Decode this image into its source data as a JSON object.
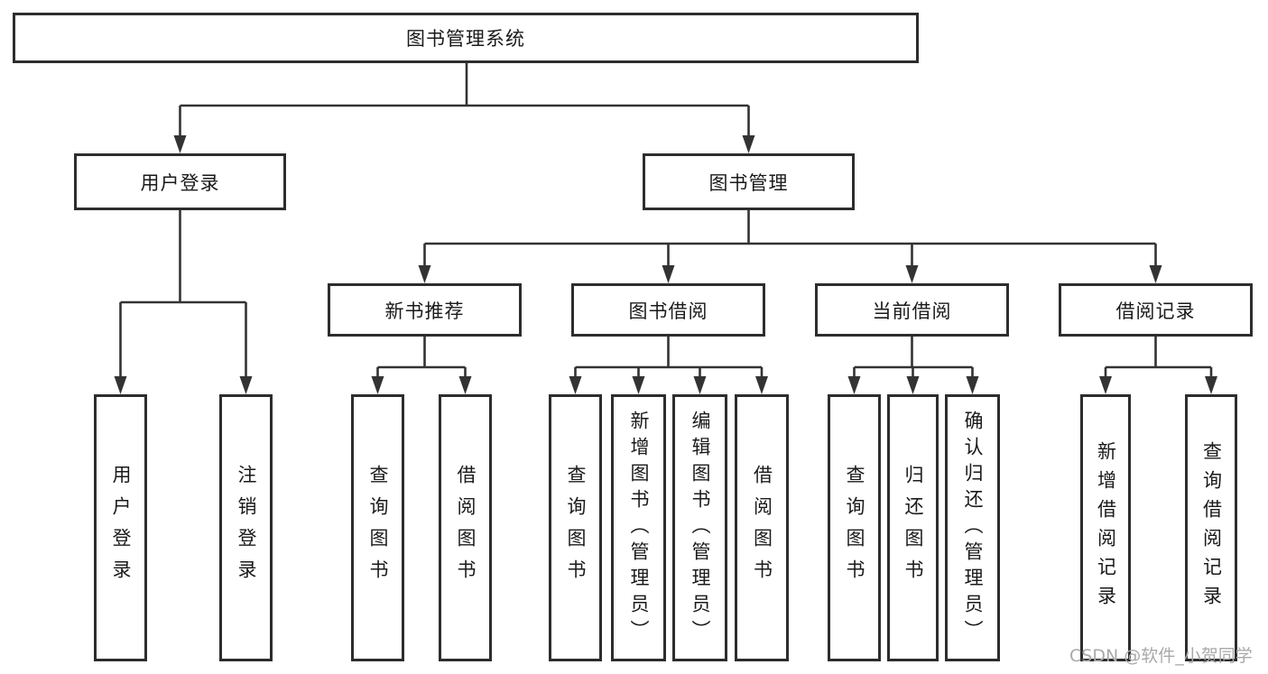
{
  "diagram": {
    "root": {
      "label": "图书管理系统",
      "children": [
        {
          "label": "用户登录",
          "children": [
            {
              "label": "用户登录"
            },
            {
              "label": "注销登录"
            }
          ]
        },
        {
          "label": "图书管理",
          "children": [
            {
              "label": "新书推荐",
              "children": [
                {
                  "label": "查询图书"
                },
                {
                  "label": "借阅图书"
                }
              ]
            },
            {
              "label": "图书借阅",
              "children": [
                {
                  "label": "查询图书"
                },
                {
                  "label": "新增图书（管理员）"
                },
                {
                  "label": "编辑图书（管理员）"
                },
                {
                  "label": "借阅图书"
                }
              ]
            },
            {
              "label": "当前借阅",
              "children": [
                {
                  "label": "查询图书"
                },
                {
                  "label": "归还图书"
                },
                {
                  "label": "确认归还（管理员）"
                }
              ]
            },
            {
              "label": "借阅记录",
              "children": [
                {
                  "label": "新增借阅记录"
                },
                {
                  "label": "查询借阅记录"
                }
              ]
            }
          ]
        }
      ]
    }
  },
  "watermark": {
    "text": "CSDN @软件_小贺同学"
  },
  "colors": {
    "line": "#333333",
    "border": "#2d2d2d",
    "text": "#1a1a1a",
    "watermark": "#a9a9a9",
    "background": "#ffffff"
  }
}
